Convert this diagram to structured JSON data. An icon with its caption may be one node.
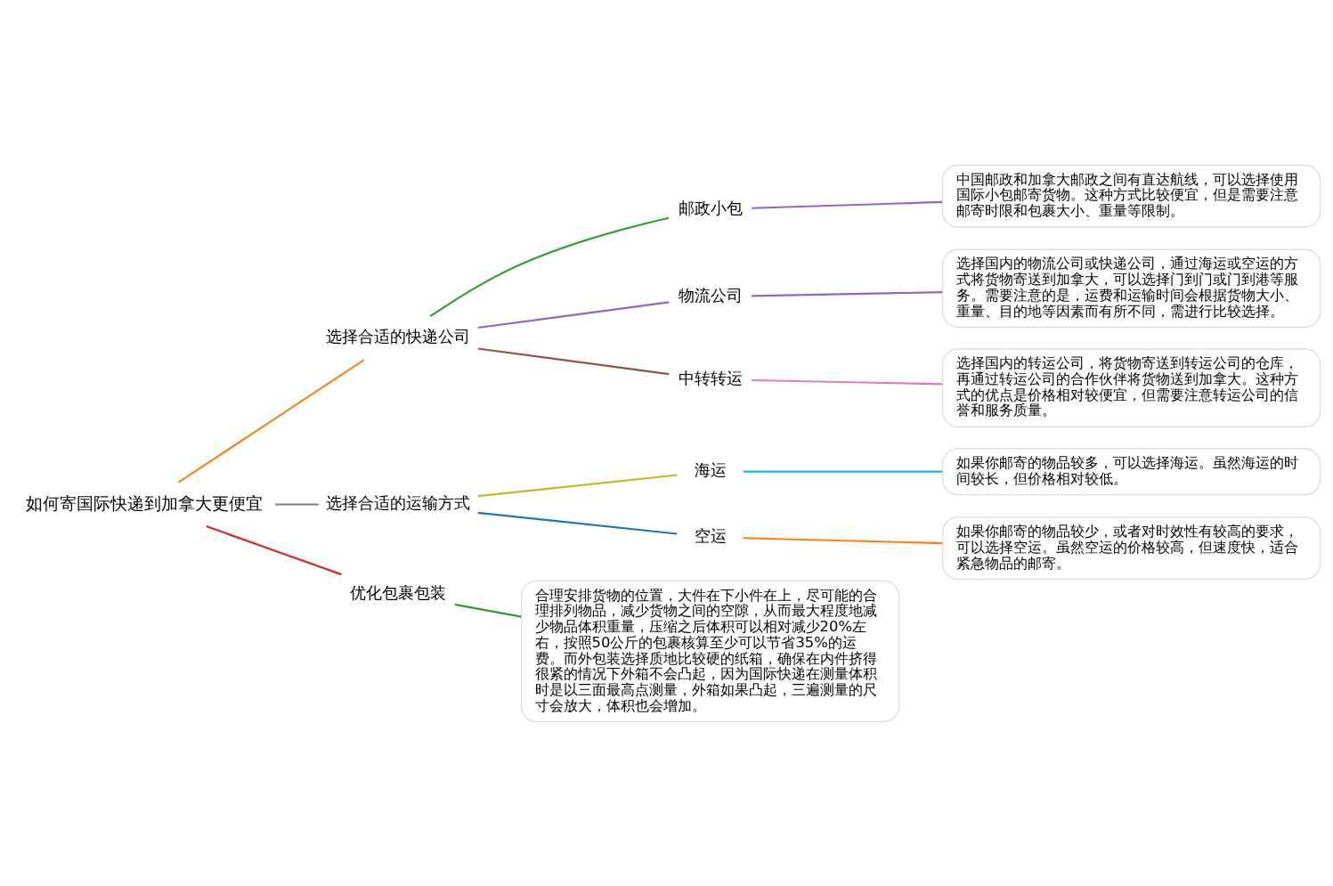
{
  "diagram": {
    "nodes": [
      {
        "text": [
          "如何寄国际快递到加拿大更便宜"
        ]
      },
      {
        "text": [
          "选择合适的快递公司"
        ]
      },
      {
        "text": [
          "邮政小包"
        ]
      },
      {
        "text": [
          "中国邮政和加拿大邮政之间有直达航线，可以选择使用国际小包邮寄货物。这种方式比较便宜，但是需要注意邮寄时限和包裹大小、重量等限制。"
        ]
      },
      {
        "text": [
          "物流公司"
        ]
      },
      {
        "text": [
          "选择国内的物流公司或快递公司，通过海运或空运的方式将货物寄送到加拿大，可以选择门到门或门到港等服务。需要注意的是，运费和运输时间会根据货物大小、重量、目的地等因素而有所不同，需进行比较选择。"
        ]
      },
      {
        "text": [
          "中转转运"
        ]
      },
      {
        "text": [
          "选择国内的转运公司，将货物寄送到转运公司的仓库，再通过转运公司的合作伙伴将货物送到加拿大。这种方式的优点是价格相对较便宜，但需要注意转运公司的信誉和服务质量。"
        ]
      },
      {
        "text": [
          "选择合适的运输方式"
        ]
      },
      {
        "text": [
          "海运"
        ]
      },
      {
        "text": [
          "如果你邮寄的物品较多，可以选择海运。虽然海运的时间较长，但价格相对较低。"
        ]
      },
      {
        "text": [
          "空运"
        ]
      },
      {
        "text": [
          "如果你邮寄的物品较少，或者对时效性有较高的要求，可以选择空运。虽然空运的价格较高，但速度快，适合紧急物品的邮寄。"
        ]
      },
      {
        "text": [
          "优化包裹包装"
        ]
      },
      {
        "text": [
          "合理安排货物的位置，大件在下小件在上，尽可能的合理排列物品，减少货物之间的空隙，从而最大程度地减少物品体积重量，压缩之后体积可以相对减少20%左右，按照50公斤的包裹核算至少可以节省35%的运费。而外包装选择质地比较硬的纸箱，确保在内件挤得很紧的情况下外箱不会凸起，因为国际快递在测量体积时是以三面最高点测量，外箱如果凸起，三遍测量的尺寸会放大，体积也会增加。"
        ]
      }
    ],
    "edges": [
      {
        "from": 0,
        "to": 1,
        "arrow": "none",
        "color": "#f5831f"
      },
      {
        "from": 1,
        "to": 2,
        "arrow": "none",
        "color": "#2ca02c"
      },
      {
        "from": 2,
        "to": 3,
        "arrow": "none",
        "color": "#9467bd"
      },
      {
        "from": 1,
        "to": 4,
        "arrow": "none",
        "color": "#9467bd"
      },
      {
        "from": 4,
        "to": 5,
        "arrow": "none",
        "color": "#9467bd"
      },
      {
        "from": 1,
        "to": 6,
        "arrow": "none",
        "color": "#8c564b"
      },
      {
        "from": 6,
        "to": 7,
        "arrow": "none",
        "color": "#e377c2"
      },
      {
        "from": 0,
        "to": 8,
        "arrow": "none",
        "color": "#7f7f7f"
      },
      {
        "from": 8,
        "to": 9,
        "arrow": "none",
        "color": "#bcbd22"
      },
      {
        "from": 9,
        "to": 10,
        "arrow": "none",
        "color": "#17becf"
      },
      {
        "from": 8,
        "to": 11,
        "arrow": "none",
        "color": "#1f77b4"
      },
      {
        "from": 11,
        "to": 12,
        "arrow": "none",
        "color": "#ff7f0e"
      },
      {
        "from": 0,
        "to": 13,
        "arrow": "none",
        "color": "#d62728"
      },
      {
        "from": 13,
        "to": 14,
        "arrow": "none",
        "color": "#2ca02c"
      }
    ]
  }
}
